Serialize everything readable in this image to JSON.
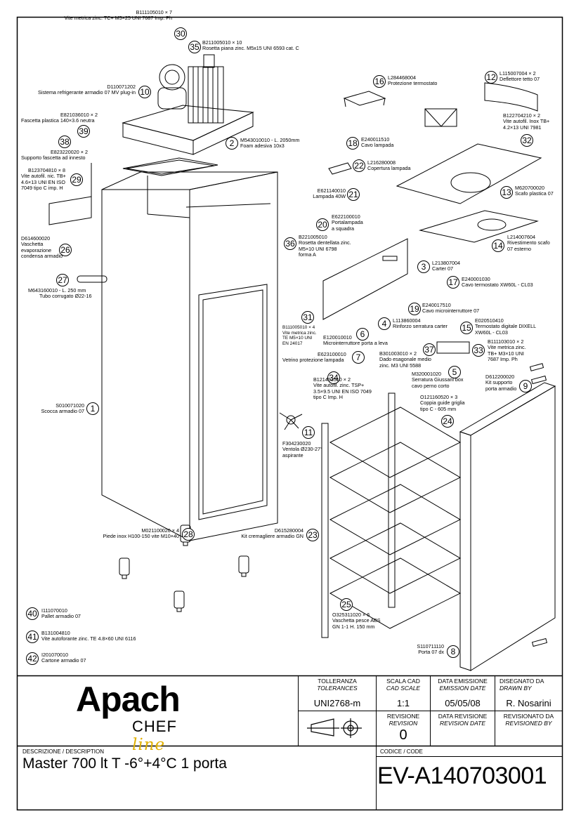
{
  "callouts": [
    {
      "n": "30",
      "lines": [
        "B111105010 × 7",
        "Vite metrica zinc. TC+ M5×25 UNI 7687 Imp. Ph"
      ]
    },
    {
      "n": "35",
      "lines": [
        "B211005010 × 10",
        "Rosetta piana zinc. M5x15 UNI 6593 cat. C"
      ]
    },
    {
      "n": "10",
      "lines": [
        "D110071202",
        "Sistema refrigerante armadio 07 MV plug-in"
      ]
    },
    {
      "n": "39",
      "lines": [
        "E821036010 × 2",
        "Fascetta plastica 140×3.6 neutra"
      ]
    },
    {
      "n": "38",
      "lines": [
        "E823220020 × 2",
        "Supporto fascetta ad innesto"
      ]
    },
    {
      "n": "29",
      "lines": [
        "B123704810 × 8",
        "Vite autofil. nic. TB+",
        "4.6×13 UNI EN ISO",
        "7049 tipo C imp. H"
      ]
    },
    {
      "n": "26",
      "lines": [
        "D614600020",
        "Vaschetta",
        "evaporazione",
        "condensa armadio"
      ]
    },
    {
      "n": "27",
      "lines": [
        "M643160010 - L. 250 mm",
        "Tubo corrugato Ø22-16"
      ]
    },
    {
      "n": "1",
      "lines": [
        "S010071020",
        "Scocca armadio 07"
      ]
    },
    {
      "n": "2",
      "lines": [
        "M543010010 - L. 2050mm",
        "Foam adesiva 10x3"
      ]
    },
    {
      "n": "16",
      "lines": [
        "L284468004",
        "Protezione termostato"
      ]
    },
    {
      "n": "12",
      "lines": [
        "L115007004 × 2",
        "Deflettore tetto 07"
      ]
    },
    {
      "n": "32",
      "lines": [
        "B122704210 × 2",
        "Vite autofil. Inox TB+",
        "4.2×13 UNI 7981"
      ]
    },
    {
      "n": "18",
      "lines": [
        "E240011510",
        "Cavo lampada"
      ]
    },
    {
      "n": "22",
      "lines": [
        "L216280008",
        "Copertura lampada"
      ]
    },
    {
      "n": "21",
      "lines": [
        "E621140010",
        "Lampada 40W"
      ]
    },
    {
      "n": "13",
      "lines": [
        "M620700020",
        "Scafo plastica 07"
      ]
    },
    {
      "n": "20",
      "lines": [
        "E622100010",
        "Portalampada",
        "a squadra"
      ]
    },
    {
      "n": "14",
      "lines": [
        "L214007604",
        "Rivestimento scafo",
        "07 esterno"
      ]
    },
    {
      "n": "36",
      "lines": [
        "B221005010",
        "Rosetta dentellata zinc.",
        "M5×10 UNI 6798",
        "forma A"
      ]
    },
    {
      "n": "3",
      "lines": [
        "L213807004",
        "Carter 07"
      ]
    },
    {
      "n": "17",
      "lines": [
        "E240001030",
        "Cavo termostato XW60L - CL03"
      ]
    },
    {
      "n": "19",
      "lines": [
        "E240017510",
        "Cavo microinterruttore 07"
      ]
    },
    {
      "n": "4",
      "lines": [
        "L113860004",
        "Rinforzo serratura carter"
      ]
    },
    {
      "n": "15",
      "lines": [
        "E020510410",
        "Termostato digitale DIXELL",
        "XW60L - CL03"
      ]
    },
    {
      "n": "31",
      "lines": [
        "B111005010 × 4",
        "Vite metrica zinc.",
        "TE M5×10 UNI",
        "EN 24017"
      ]
    },
    {
      "n": "6",
      "lines": [
        "E120010010",
        "Microinterruttore porta a leva"
      ]
    },
    {
      "n": "33",
      "lines": [
        "B111103010 × 2",
        "Vite metrica zinc.",
        "TB+ M3×10 UNI",
        "7687 Imp. Ph"
      ]
    },
    {
      "n": "7",
      "lines": [
        "E623100010",
        "Vetrino protezione lampada"
      ]
    },
    {
      "n": "37",
      "lines": [
        "B301003010 × 2",
        "Dado esagonale medio",
        "zinc. M3 UNI 5588"
      ]
    },
    {
      "n": "34",
      "lines": [
        "B121403510 × 2",
        "Vite autofil. zinc. TSP+",
        "3.5×9.5 UNI EN ISO 7049",
        "tipo C Imp. H"
      ]
    },
    {
      "n": "5",
      "lines": [
        "M320001020",
        "Serratura Giussani box",
        "cavo perno corto"
      ]
    },
    {
      "n": "9",
      "lines": [
        "D612200020",
        "Kit supporto",
        "porta armadio"
      ]
    },
    {
      "n": "24",
      "lines": [
        "O121160520 × 3",
        "Coppia guide griglia",
        "tipo C - 605 mm"
      ]
    },
    {
      "n": "11",
      "lines": [
        "F304230020",
        "Ventola Ø230-27°",
        "aspirante"
      ]
    },
    {
      "n": "28",
      "lines": [
        "M021100020 × 4",
        "Piede inox H100-150 vite M10×40"
      ]
    },
    {
      "n": "23",
      "lines": [
        "D615280004",
        "Kit cremagliere armadio GN"
      ]
    },
    {
      "n": "25",
      "lines": [
        "O325311020 × 6",
        "Vaschetta pesce ABS",
        "GN 1-1 H. 150 mm"
      ]
    },
    {
      "n": "40",
      "lines": [
        "I111070010",
        "Pallet armadio 07"
      ]
    },
    {
      "n": "41",
      "lines": [
        "B131004810",
        "Vite autoforante zinc. TE 4.8×60 UNI 6116"
      ]
    },
    {
      "n": "42",
      "lines": [
        "I201070010",
        "Cartone armadio 07"
      ]
    },
    {
      "n": "8",
      "lines": [
        "S110711110",
        "Porta 07 dx"
      ]
    }
  ],
  "title_block": {
    "logo_main": "Apach",
    "logo_chef": "CHEF",
    "logo_line": "line",
    "tolerances_label": "TOLLERANZA",
    "tolerances_label_en": "TOLERANCES",
    "tolerances_value": "UNI2768-m",
    "scale_label": "SCALA CAD",
    "scale_label_en": "CAD SCALE",
    "scale_value": "1:1",
    "emission_label": "DATA EMISSIONE",
    "emission_label_en": "EMISSION DATE",
    "emission_value": "05/05/08",
    "drawn_label": "DISEGNATO DA",
    "drawn_label_en": "DRAWN BY",
    "drawn_value": "R. Nosarini",
    "revision_label": "REVISIONE",
    "revision_label_en": "REVISION",
    "revision_value": "0",
    "revision_date_label": "DATA REVISIONE",
    "revision_date_label_en": "REVISION DATE",
    "revisioned_label": "REVISIONATO DA",
    "revisioned_label_en": "REVISIONED BY",
    "description_label": "DESCRIZIONE / DESCRIPTION",
    "description_value": "Master 700 lt T -6°+4°C 1 porta",
    "code_label": "CODICE / CODE",
    "code_value": "EV-A140703001"
  },
  "colors": {
    "line": "#000000",
    "logo_accent": "#e0b000"
  }
}
